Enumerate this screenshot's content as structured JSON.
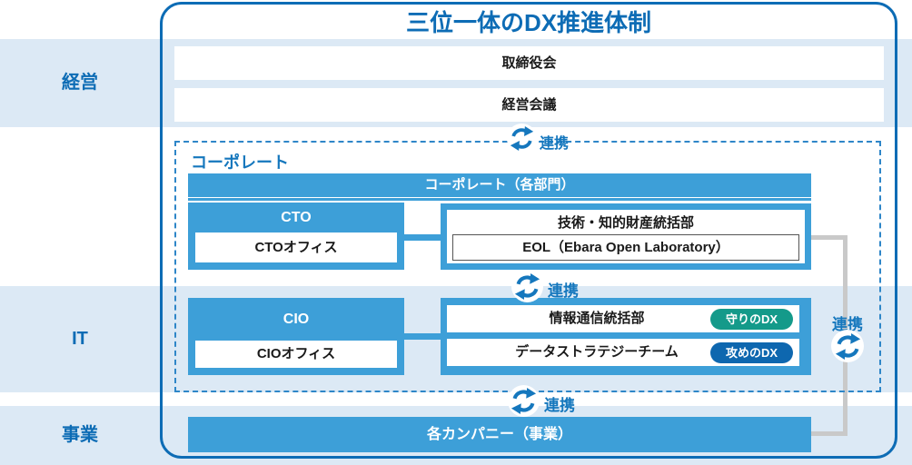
{
  "header": {
    "title": "三位一体のDX推進体制"
  },
  "lanes": {
    "management": "経営",
    "it": "IT",
    "business": "事業"
  },
  "management": {
    "board": "取締役会",
    "meeting": "経営会議"
  },
  "corporate": {
    "label": "コーポレート",
    "departments_bar": "コーポレート（各部門）",
    "cto": {
      "title": "CTO",
      "office": "CTOオフィス"
    },
    "tech": {
      "title": "技術・知的財産統括部",
      "eol": "EOL（Ebara Open Laboratory）"
    },
    "cio": {
      "title": "CIO",
      "office": "CIOオフィス"
    },
    "it_org": {
      "info_div": {
        "label": "情報通信統括部",
        "badge": "守りのDX"
      },
      "data_team": {
        "label": "データストラテジーチーム",
        "badge": "攻めのDX"
      }
    }
  },
  "business": {
    "companies_bar": "各カンパニー（事業）"
  },
  "links": {
    "top": "連携",
    "middle": "連携",
    "right": "連携",
    "bottom": "連携"
  },
  "icons": {
    "sync": "sync-arrows-icon"
  },
  "colors": {
    "primary": "#3d9fd8",
    "dark_blue": "#0d6cb5",
    "band": "#dce9f5",
    "link_blue": "#1577bd",
    "dashed_blue": "#2e86c8",
    "teal_badge": "#149a8a",
    "blue_badge": "#0e67af",
    "connector_gray": "#c9c9c9",
    "ink": "#1a1a1a"
  }
}
